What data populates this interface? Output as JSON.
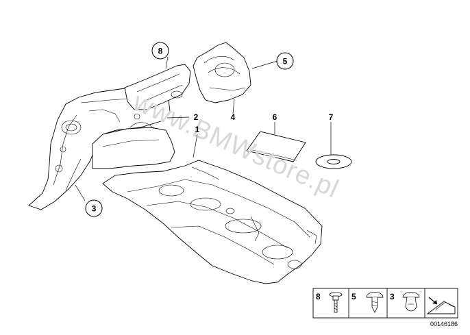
{
  "watermark": "www.BMWstore.pl",
  "callouts": {
    "c8": "8",
    "c5": "5",
    "c3": "3"
  },
  "labels": {
    "l2": "2",
    "l1": "1",
    "l4": "4",
    "l6": "6",
    "l7": "7"
  },
  "legend": {
    "item8": "8",
    "item5": "5",
    "item3": "3"
  },
  "reference_number": "00146186"
}
